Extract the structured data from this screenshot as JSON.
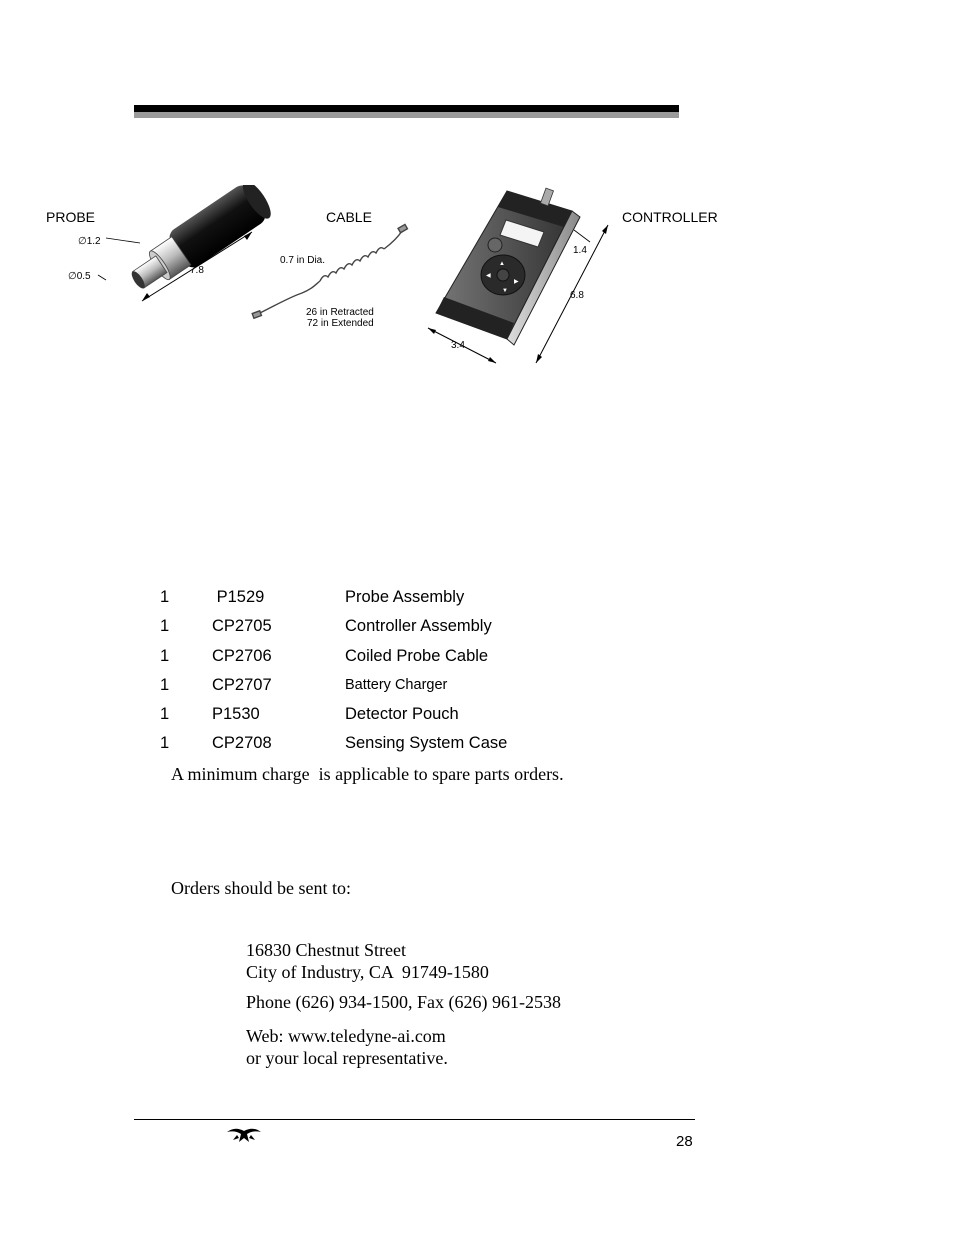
{
  "figure": {
    "probe_label": "PROBE",
    "cable_label": "CABLE",
    "controller_label": "CONTROLLER",
    "probe_dim_outer": "∅1.2",
    "probe_dim_tip": "∅0.5",
    "probe_length": "7.8",
    "cable_dia": "0.7 in Dia.",
    "cable_retracted": "26 in Retracted",
    "cable_extended": "72 in Extended",
    "ctrl_depth": "1.4",
    "ctrl_height": "6.8",
    "ctrl_width": "3.4"
  },
  "parts": [
    {
      "qty": "1",
      "part": " P1529",
      "desc": "Probe Assembly"
    },
    {
      "qty": "1",
      "part": "CP2705",
      "desc": "Controller Assembly"
    },
    {
      "qty": "1",
      "part": "CP2706",
      "desc": "Coiled Probe Cable"
    },
    {
      "qty": "1",
      "part": "CP2707",
      "desc": "Battery Charger"
    },
    {
      "qty": "1",
      "part": "P1530",
      "desc": "Detector Pouch"
    },
    {
      "qty": "1",
      "part": "CP2708",
      "desc": "Sensing System Case"
    }
  ],
  "min_charge_note": "A minimum charge  is applicable to spare parts orders.",
  "orders_intro": "Orders should be sent to:",
  "address": {
    "street": "16830 Chestnut Street",
    "city": "City of Industry, CA  91749-1580",
    "phone": "Phone (626) 934-1500, Fax (626) 961-2538",
    "web": "Web: www.teledyne-ai.com",
    "rep": "or your local representative."
  },
  "footer": {
    "page_number": "28",
    "logo_icon": "teledyne-logo-icon"
  }
}
